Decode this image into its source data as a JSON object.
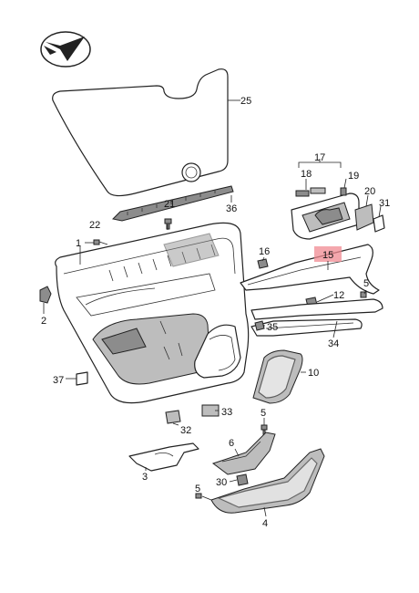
{
  "colors": {
    "highlight": "#f08a91",
    "line": "#222222",
    "shade": "#bdbdbd"
  },
  "icons": {
    "logo": "arrow-mark-icon"
  },
  "callouts": {
    "c1": "1",
    "c2": "2",
    "c3": "3",
    "c4": "4",
    "c5a": "5",
    "c5b": "5",
    "c6": "6",
    "c10": "10",
    "c12": "12",
    "c15": "15",
    "c16": "16",
    "c17": "17",
    "c18": "18",
    "c19": "19",
    "c20": "20",
    "c21": "21",
    "c22": "22",
    "c25": "25",
    "c30": "30",
    "c31": "31",
    "c32": "32",
    "c33": "33",
    "c34": "34",
    "c35": "35",
    "c36": "36",
    "c37": "37"
  }
}
